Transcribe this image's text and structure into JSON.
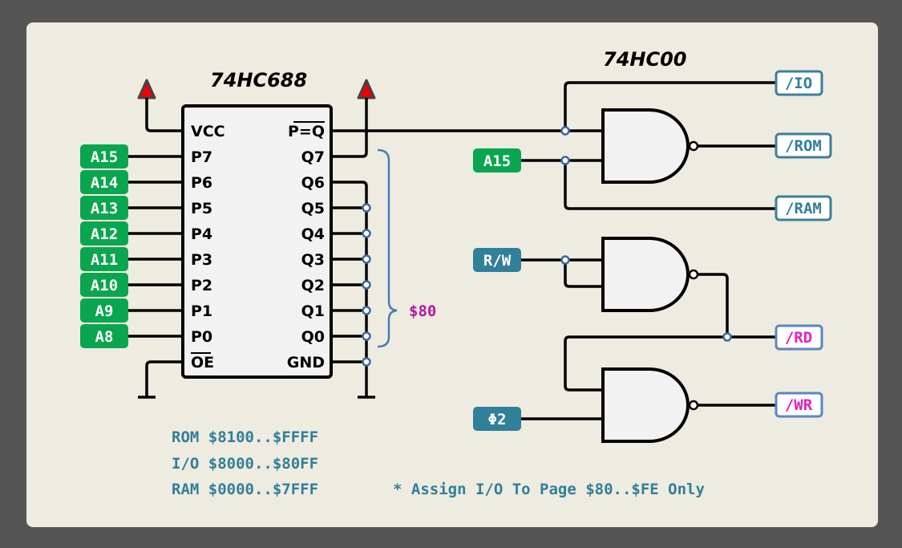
{
  "chip688": {
    "title": "74HC688",
    "left_pins": [
      "VCC",
      "P7",
      "P6",
      "P5",
      "P4",
      "P3",
      "P2",
      "P1",
      "P0",
      "OE"
    ],
    "right_pins": [
      "P=Q",
      "Q7",
      "Q6",
      "Q5",
      "Q4",
      "Q3",
      "Q2",
      "Q1",
      "Q0",
      "GND"
    ],
    "inputs": [
      "A15",
      "A14",
      "A13",
      "A12",
      "A11",
      "A10",
      "A9",
      "A8"
    ]
  },
  "chip00": {
    "title": "74HC00",
    "inputs": {
      "a15": "A15",
      "rw": "R/W",
      "phi2": "Φ2"
    },
    "outputs": {
      "io": "/IO",
      "rom": "/ROM",
      "ram": "/RAM",
      "rd": "/RD",
      "wr": "/WR"
    }
  },
  "brace_label": "$80",
  "notes": [
    "ROM $8100..$FFFF",
    "I/O $8000..$80FF",
    "RAM $0000..$7FFF"
  ],
  "footnote": "* Assign I/O To Page $80..$FE Only",
  "colors": {
    "background": "#555555",
    "panel": "#eeebe1",
    "input_tag_green": "#0aa64f",
    "input_tag_blue": "#317f99",
    "output_text_blue": "#317f99",
    "output_text_magenta": "#e61fbf",
    "brace_label": "#b5179e"
  }
}
